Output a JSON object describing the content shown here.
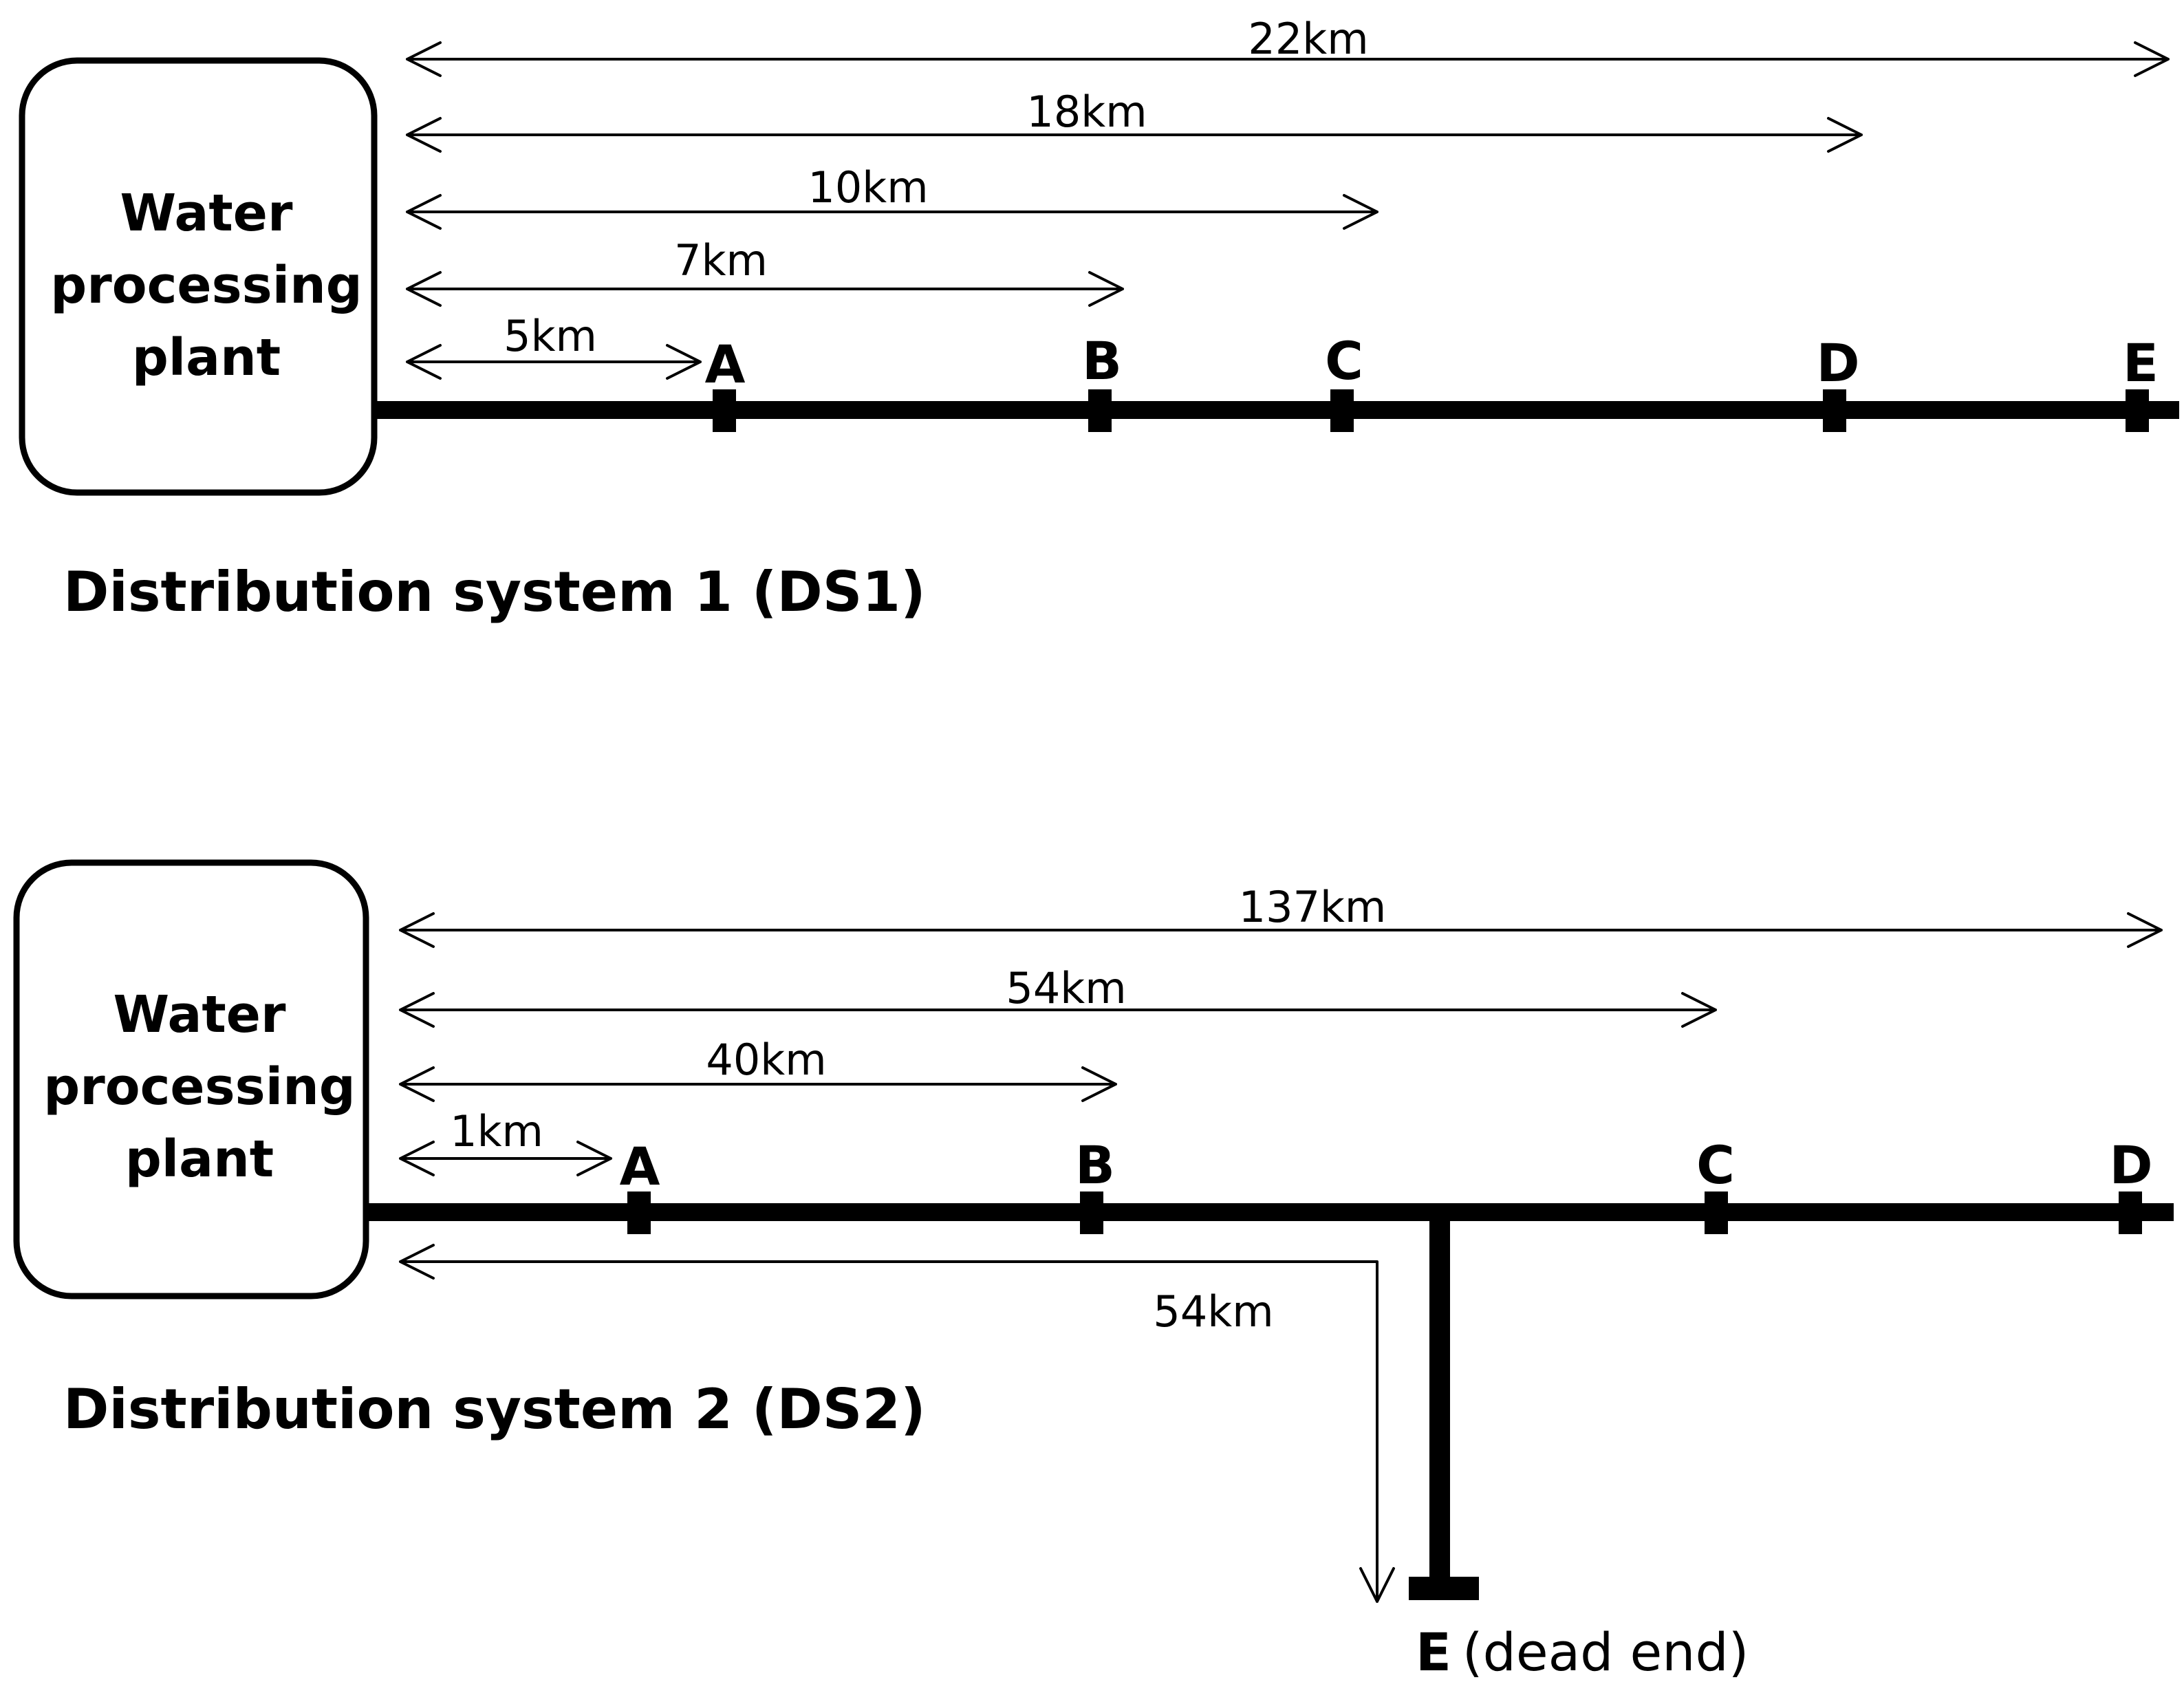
{
  "ds1": {
    "plant_lines": [
      "Water",
      "processing",
      "plant"
    ],
    "title": "Distribution system 1 (DS1)",
    "nodes": [
      "A",
      "B",
      "C",
      "D",
      "E"
    ],
    "distances": [
      "22km",
      "18km",
      "10km",
      "7km",
      "5km"
    ]
  },
  "ds2": {
    "plant_lines": [
      "Water",
      "processing",
      "plant"
    ],
    "title": "Distribution system 2 (DS2)",
    "nodes": [
      "A",
      "B",
      "C",
      "D"
    ],
    "distances": [
      "137km",
      "54km",
      "40km",
      "1km"
    ],
    "branch_distance": "54km",
    "dead_end_node": "E",
    "dead_end_note": "(dead end)"
  }
}
